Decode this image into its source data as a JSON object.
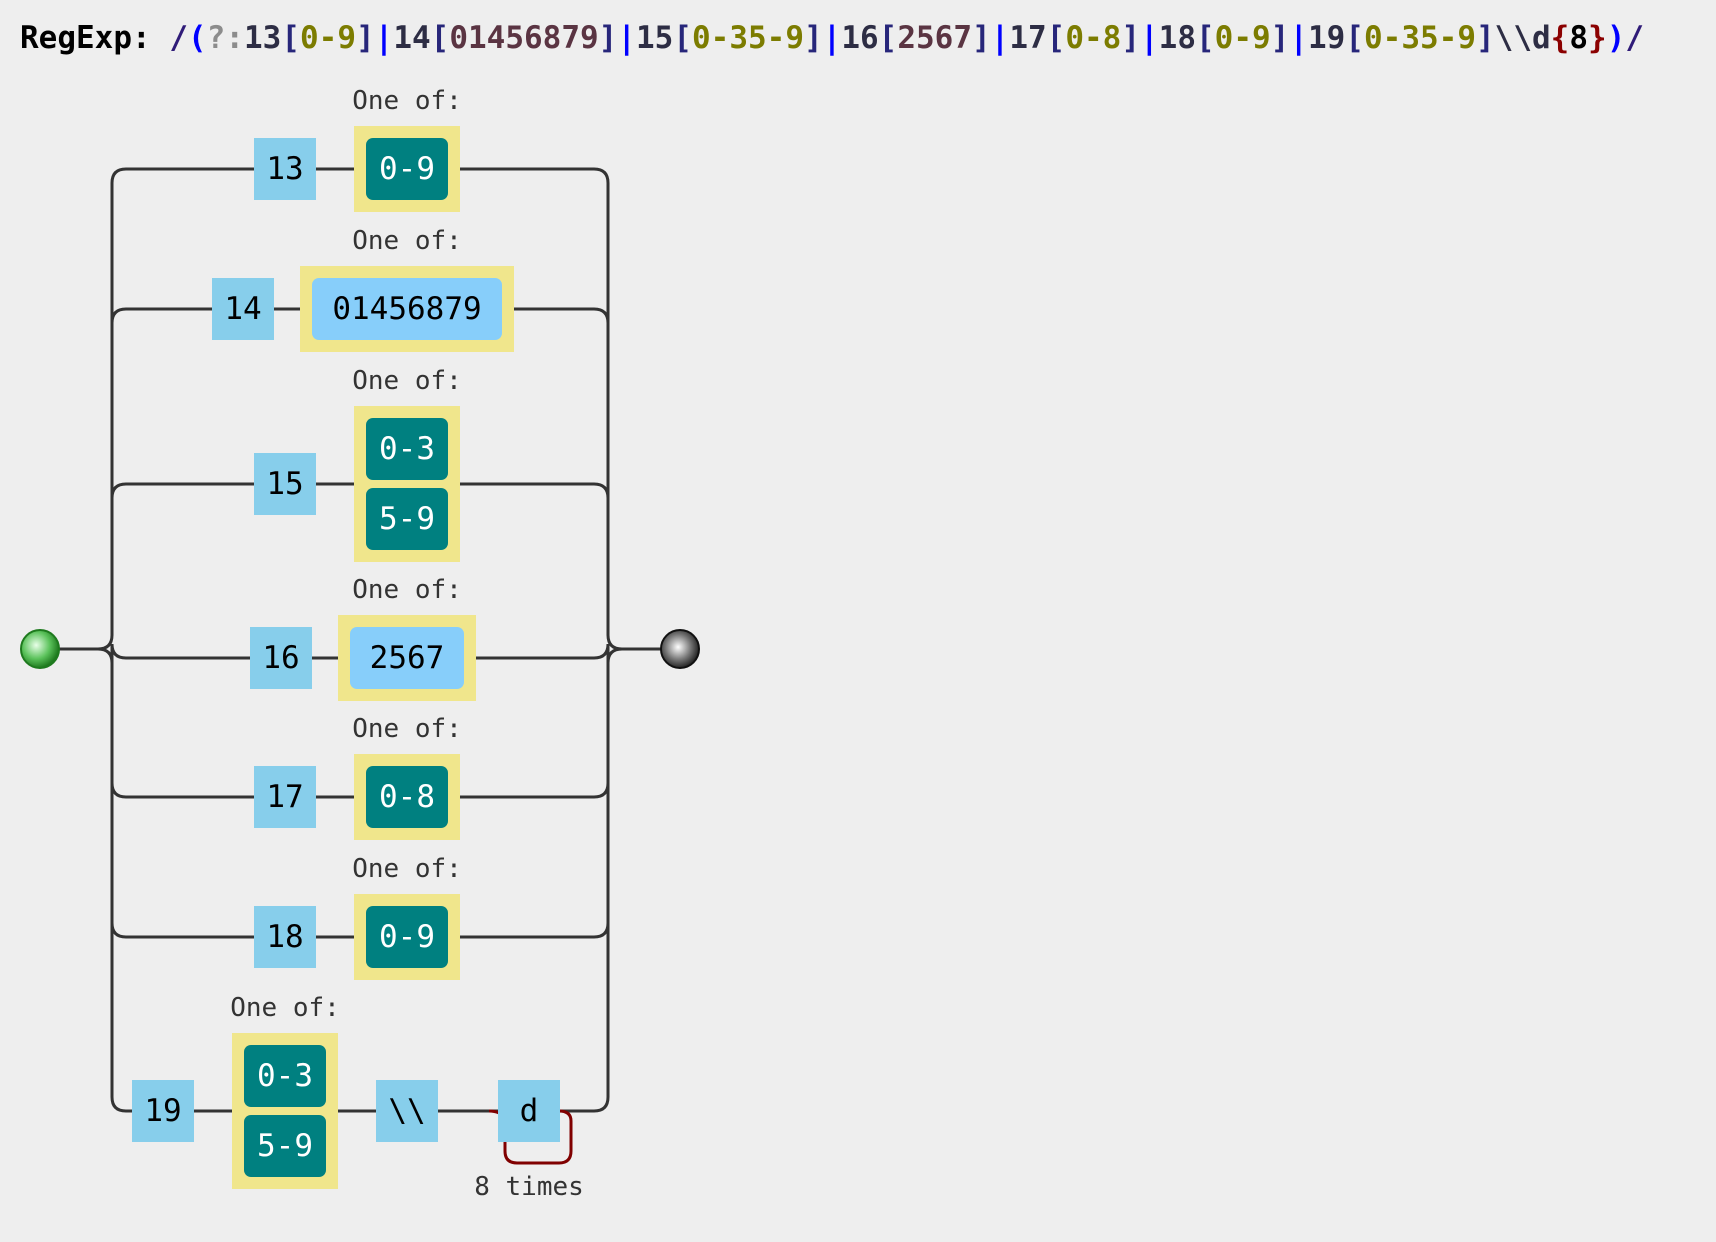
{
  "header": {
    "label": "RegExp:",
    "tokens": [
      {
        "text": "/",
        "color": "#2f1b78"
      },
      {
        "text": "(",
        "color": "#0000ff"
      },
      {
        "text": "?:",
        "color": "#8c8c8c"
      },
      {
        "text": "13",
        "color": "#2d2d44"
      },
      {
        "text": "[",
        "color": "#27267a"
      },
      {
        "text": "0-9",
        "color": "#7c7c00"
      },
      {
        "text": "]",
        "color": "#27267a"
      },
      {
        "text": "|",
        "color": "#0000ff"
      },
      {
        "text": "14",
        "color": "#2d2d44"
      },
      {
        "text": "[",
        "color": "#27267a"
      },
      {
        "text": "01456879",
        "color": "#5a3442"
      },
      {
        "text": "]",
        "color": "#27267a"
      },
      {
        "text": "|",
        "color": "#0000ff"
      },
      {
        "text": "15",
        "color": "#2d2d44"
      },
      {
        "text": "[",
        "color": "#27267a"
      },
      {
        "text": "0-35-9",
        "color": "#7c7c00"
      },
      {
        "text": "]",
        "color": "#27267a"
      },
      {
        "text": "|",
        "color": "#0000ff"
      },
      {
        "text": "16",
        "color": "#2d2d44"
      },
      {
        "text": "[",
        "color": "#27267a"
      },
      {
        "text": "2567",
        "color": "#5a3442"
      },
      {
        "text": "]",
        "color": "#27267a"
      },
      {
        "text": "|",
        "color": "#0000ff"
      },
      {
        "text": "17",
        "color": "#2d2d44"
      },
      {
        "text": "[",
        "color": "#27267a"
      },
      {
        "text": "0-8",
        "color": "#7c7c00"
      },
      {
        "text": "]",
        "color": "#27267a"
      },
      {
        "text": "|",
        "color": "#0000ff"
      },
      {
        "text": "18",
        "color": "#2d2d44"
      },
      {
        "text": "[",
        "color": "#27267a"
      },
      {
        "text": "0-9",
        "color": "#7c7c00"
      },
      {
        "text": "]",
        "color": "#27267a"
      },
      {
        "text": "|",
        "color": "#0000ff"
      },
      {
        "text": "19",
        "color": "#2d2d44"
      },
      {
        "text": "[",
        "color": "#27267a"
      },
      {
        "text": "0-35-9",
        "color": "#7c7c00"
      },
      {
        "text": "]",
        "color": "#27267a"
      },
      {
        "text": "\\\\d",
        "color": "#2d2d44"
      },
      {
        "text": "{",
        "color": "#8b0000"
      },
      {
        "text": "8",
        "color": "#000000"
      },
      {
        "text": "}",
        "color": "#8b0000"
      },
      {
        "text": ")",
        "color": "#0000ff"
      },
      {
        "text": "/",
        "color": "#2f1b78"
      }
    ]
  },
  "diagram": {
    "one_of_label": "One of:",
    "branches": [
      {
        "literal": "13",
        "set": {
          "kind": "range",
          "items": [
            "0-9"
          ]
        }
      },
      {
        "literal": "14",
        "set": {
          "kind": "chars",
          "items": [
            "01456879"
          ]
        }
      },
      {
        "literal": "15",
        "set": {
          "kind": "range",
          "items": [
            "0-3",
            "5-9"
          ]
        }
      },
      {
        "literal": "16",
        "set": {
          "kind": "chars",
          "items": [
            "2567"
          ]
        }
      },
      {
        "literal": "17",
        "set": {
          "kind": "range",
          "items": [
            "0-8"
          ]
        }
      },
      {
        "literal": "18",
        "set": {
          "kind": "range",
          "items": [
            "0-9"
          ]
        }
      },
      {
        "literal": "19",
        "set": {
          "kind": "range",
          "items": [
            "0-3",
            "5-9"
          ]
        },
        "escape": "\\\\",
        "repeat_literal": "d",
        "repeat_label": "8 times"
      }
    ]
  },
  "colors": {
    "background": "#eeeeee",
    "literal_box": "#87ceeb",
    "charset_outer": "#f0e68c",
    "range_box": "#008080",
    "chars_box": "#87cefa",
    "line": "#333333",
    "start_dot": "#2e9e2e",
    "end_dot": "#444444",
    "repeat_loop": "#800000"
  }
}
